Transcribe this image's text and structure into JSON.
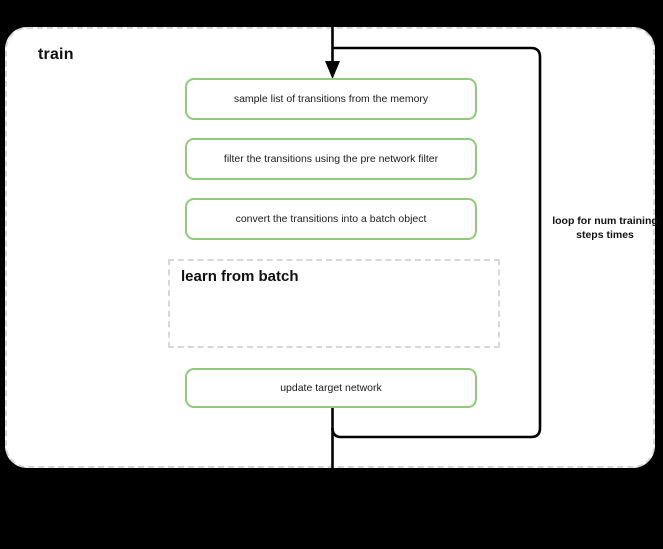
{
  "diagram": {
    "title": "train",
    "background_color": "#000000",
    "canvas_color": "#ffffff",
    "accent_color": "#8fcb78",
    "dash_color": "#d7d7d7",
    "wire_color": "#000000",
    "steps": [
      {
        "label": "sample list of transitions from the memory"
      },
      {
        "label": "filter the transitions using the pre network filter"
      },
      {
        "label": "convert the transitions into a batch object"
      },
      {
        "label": "update target network"
      }
    ],
    "sub_scope": {
      "title": "learn from batch"
    },
    "loop": {
      "label": "loop for num training steps times"
    }
  }
}
